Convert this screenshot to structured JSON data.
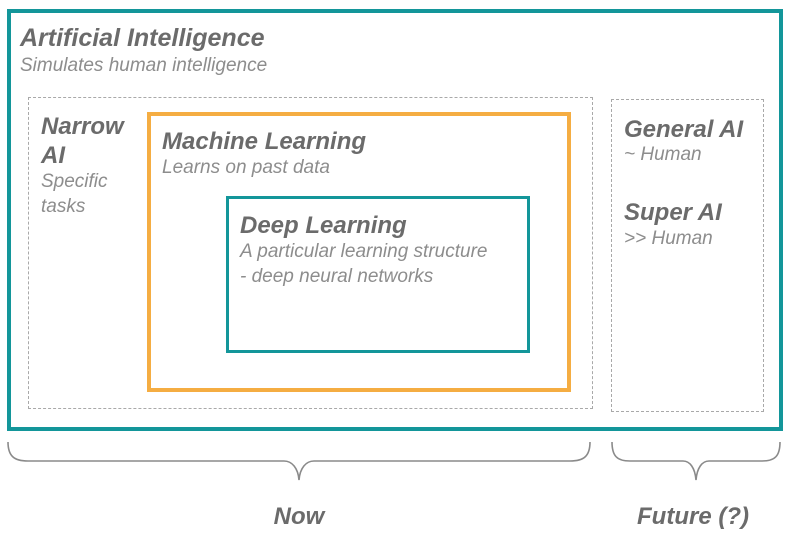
{
  "artificial_intelligence": {
    "title": "Artificial Intelligence",
    "subtitle": "Simulates human intelligence"
  },
  "narrow_ai": {
    "title_line1": "Narrow",
    "title_line2": "AI",
    "subtitle_line1": "Specific",
    "subtitle_line2": "tasks"
  },
  "machine_learning": {
    "title": "Machine Learning",
    "subtitle": "Learns on past data"
  },
  "deep_learning": {
    "title": "Deep Learning",
    "subtitle_line1": "A particular learning structure",
    "subtitle_line2": "- deep neural networks"
  },
  "general_ai": {
    "title": "General AI",
    "subtitle": "~ Human"
  },
  "super_ai": {
    "title": "Super AI",
    "subtitle": ">> Human"
  },
  "brackets": {
    "now_label": "Now",
    "future_label": "Future (?)"
  },
  "colors": {
    "teal": "#13969a",
    "orange": "#f5ad42",
    "dashed_gray": "#a9a9a9",
    "title_gray": "#6b6b6b",
    "subtitle_gray": "#8d8d8d"
  }
}
